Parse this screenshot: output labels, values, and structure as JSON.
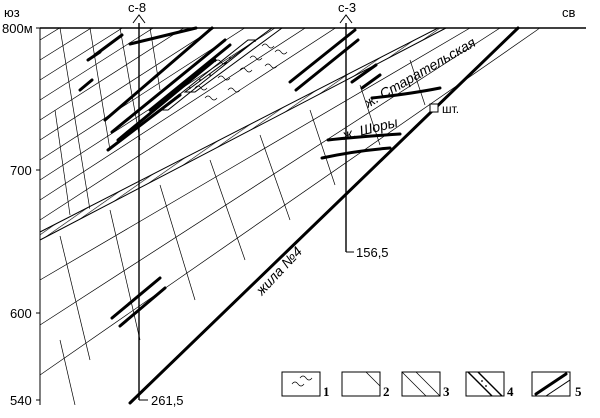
{
  "directions": {
    "left": "юз",
    "right": "св"
  },
  "elevations": {
    "top": "800м",
    "e700": "700",
    "e600": "600",
    "bottom": "540"
  },
  "boreholes": [
    {
      "name": "с-8",
      "depth": "261,5"
    },
    {
      "name": "с-3",
      "depth": "156,5"
    }
  ],
  "veins": {
    "main": "жила №4",
    "staratelskaya": "ж. Старательская",
    "shory": "ж. Шоры"
  },
  "adit": "шт.",
  "legend": [
    "1",
    "2",
    "3",
    "4",
    "5"
  ]
}
